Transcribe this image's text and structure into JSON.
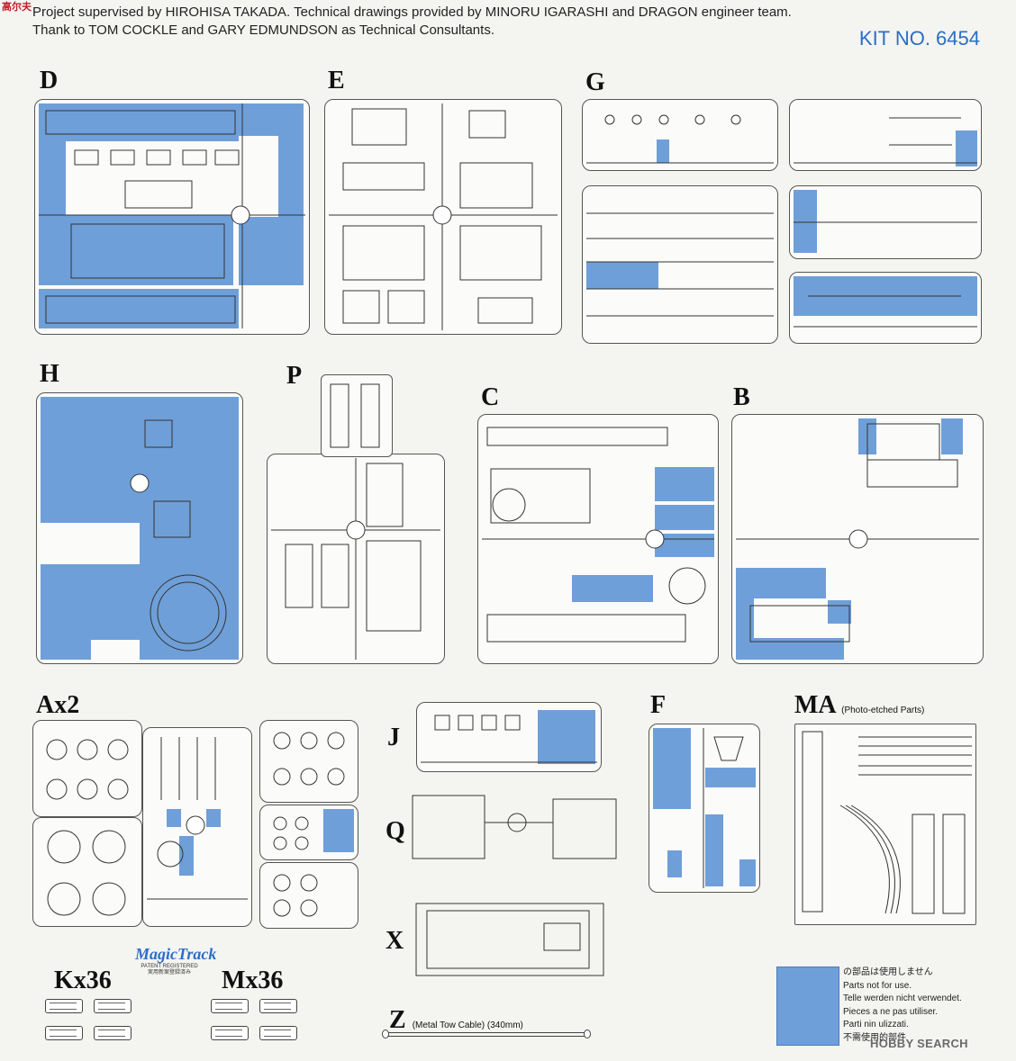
{
  "header": {
    "watermark": "高尔夫",
    "credit_line1": "Project supervised by HIROHISA TAKADA. Technical drawings provided by MINORU IGARASHI and DRAGON engineer team.",
    "credit_line2": "Thank to TOM COCKLE and GARY EDMUNDSON as Technical Consultants.",
    "kit_no": "KIT NO. 6454"
  },
  "sprues": {
    "D": "D",
    "E": "E",
    "G": "G",
    "H": "H",
    "P": "P",
    "C": "C",
    "B": "B",
    "A": "Ax2",
    "J": "J",
    "Q": "Q",
    "X": "X",
    "F": "F",
    "MA": "MA",
    "MA_note": "(Photo-etched Parts)",
    "Z": "Z",
    "Z_note": "(Metal Tow Cable) (340mm)",
    "K": "Kx36",
    "M": "Mx36"
  },
  "magictrack": {
    "logo": "MagicTrack",
    "line1": "PATENT REGISTERED",
    "line2": "実用新案登録済み"
  },
  "legend": {
    "lines": [
      "の部品は使用しません",
      "Parts not for use.",
      "Telle werden nicht verwendet.",
      "Pieces a ne pas utiliser.",
      "Parti nin ulizzati.",
      "不需使用的部件"
    ],
    "color": "#6f9fd8"
  },
  "footer": {
    "source": "HOBBY SEARCH"
  }
}
